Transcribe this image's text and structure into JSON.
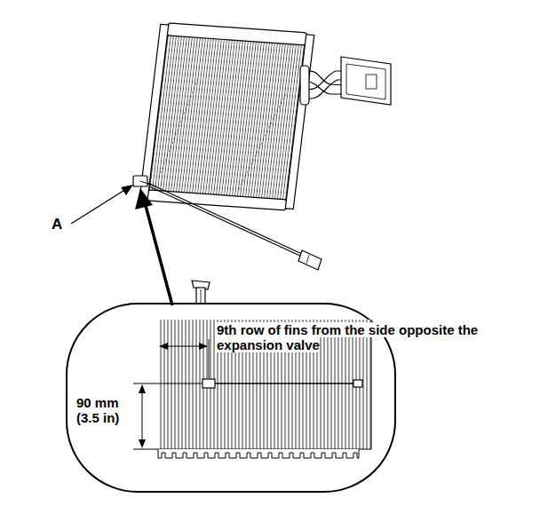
{
  "diagram": {
    "labels": [
      "A",
      "9th row of fins from the side opposite the expansion valve",
      "90 mm (3.5 in)"
    ]
  }
}
